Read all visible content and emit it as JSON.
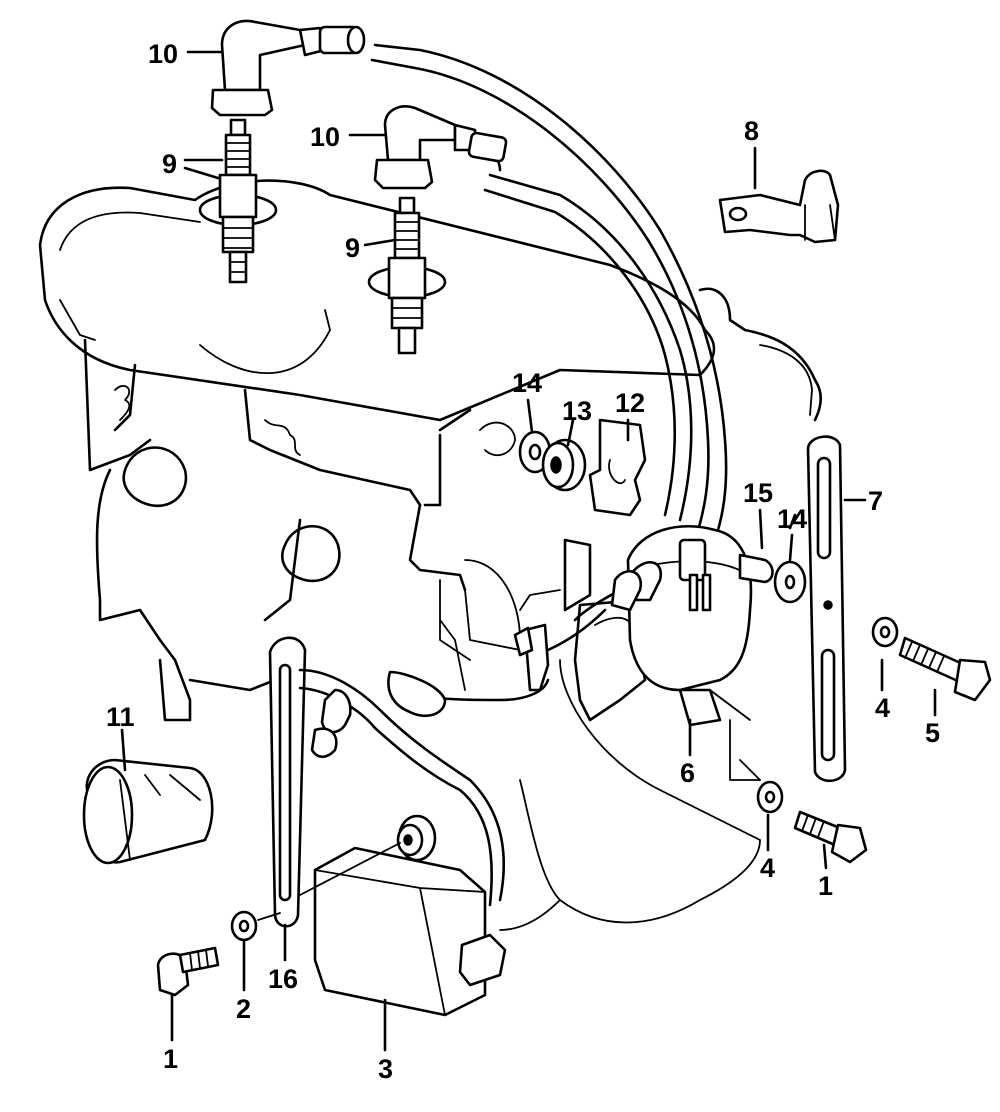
{
  "callouts": [
    {
      "id": "c10a",
      "label": "10"
    },
    {
      "id": "c10b",
      "label": "10"
    },
    {
      "id": "c9a",
      "label": "9"
    },
    {
      "id": "c9b",
      "label": "9"
    },
    {
      "id": "c8",
      "label": "8"
    },
    {
      "id": "c14a",
      "label": "14"
    },
    {
      "id": "c13",
      "label": "13"
    },
    {
      "id": "c12",
      "label": "12"
    },
    {
      "id": "c15",
      "label": "15"
    },
    {
      "id": "c14b",
      "label": "14"
    },
    {
      "id": "c7",
      "label": "7"
    },
    {
      "id": "c4a",
      "label": "4"
    },
    {
      "id": "c5",
      "label": "5"
    },
    {
      "id": "c6",
      "label": "6"
    },
    {
      "id": "c11",
      "label": "11"
    },
    {
      "id": "c4b",
      "label": "4"
    },
    {
      "id": "c1b",
      "label": "1"
    },
    {
      "id": "c16",
      "label": "16"
    },
    {
      "id": "c2",
      "label": "2"
    },
    {
      "id": "c1a",
      "label": "1"
    },
    {
      "id": "c3",
      "label": "3"
    }
  ]
}
